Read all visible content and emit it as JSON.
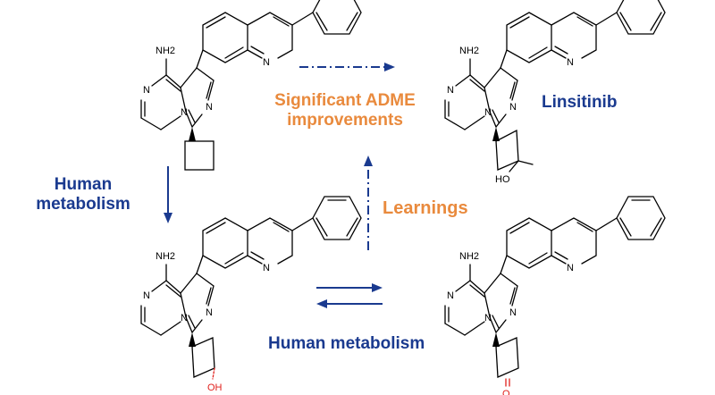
{
  "labels": {
    "significant": "Significant ADME\nimprovements",
    "linsitinib": "Linsitinib",
    "human_metabolism_left": "Human\nmetabolism",
    "learnings": "Learnings",
    "human_metabolism_bottom": "Human metabolism"
  },
  "atoms": {
    "nh2": "NH2",
    "n": "N",
    "oh": "OH",
    "ho": "HO",
    "o": "O"
  },
  "colors": {
    "blue": "#1a3a8f",
    "orange": "#e98a3d",
    "red": "#e0201c"
  }
}
